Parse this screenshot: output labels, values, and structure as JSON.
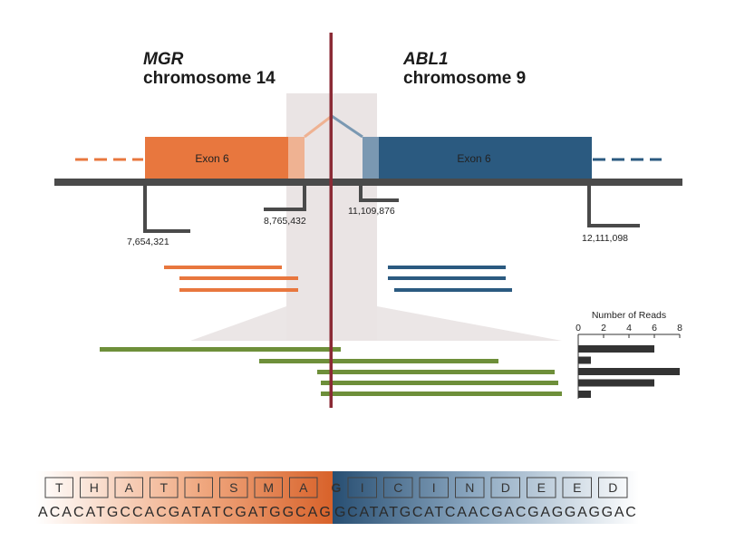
{
  "genes": {
    "left": {
      "name": "MGR",
      "chromosome": "chromosome 14",
      "exon_label": "Exon 6",
      "color": "#e8773e",
      "light_color": "#efb292"
    },
    "right": {
      "name": "ABL1",
      "chromosome": "chromosome 9",
      "exon_label": "Exon 6",
      "color": "#2b5a80",
      "light_color": "#7a98b2"
    }
  },
  "coordinates": [
    "7,654,321",
    "8,765,432",
    "11,109,876",
    "12,111,098"
  ],
  "breakpoint_color": "#8b2a35",
  "junction_read_color": "#6e8f3a",
  "read_chart": {
    "title": "Number of Reads",
    "axis_ticks": [
      "0",
      "2",
      "4",
      "6",
      "8"
    ],
    "xlim": [
      0,
      8
    ],
    "values": [
      6,
      1,
      8,
      6,
      1
    ]
  },
  "sequence": {
    "amino_acids_left": [
      "T",
      "H",
      "A",
      "T",
      "I",
      "S",
      "M",
      "A"
    ],
    "junction_amino_acid": "G",
    "amino_acids_right": [
      "I",
      "C",
      "I",
      "N",
      "D",
      "E",
      "E",
      "D"
    ],
    "dna_left": "ACACATGCCACGATATCGATGGCAG",
    "dna_right": "GCATATGCATCAACGACGAGGAGGAC"
  }
}
